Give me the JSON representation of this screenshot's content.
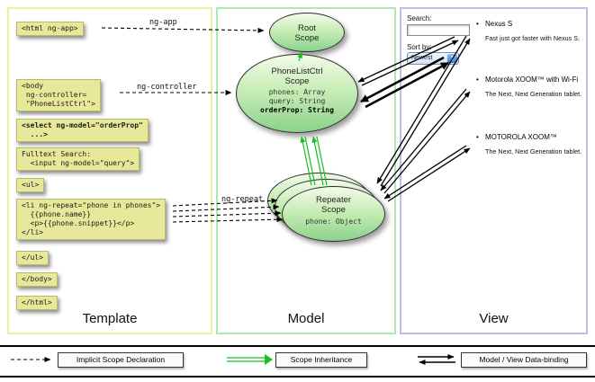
{
  "colors": {
    "accent_green": "#19c024",
    "code_box_bg": "#e8e89a",
    "scope_gradient_top": "#f2fbe9",
    "scope_gradient_bottom": "#8bd28c",
    "template_border": "#f0eda2",
    "model_border": "#abe9b4",
    "view_border": "#bcbcf0",
    "arrow_black": "#000000"
  },
  "panels": {
    "template_label": "Template",
    "model_label": "Model",
    "view_label": "View"
  },
  "code_boxes": {
    "html_open": "<html ng-app>",
    "body_open_1": "<body",
    "body_open_2": " ng-controller=",
    "body_open_3": " \"PhoneListCtrl\">",
    "select_1": "<select ng-model=\"orderProp\"",
    "select_2": "  ...>",
    "fulltext_1": "Fulltext Search:",
    "fulltext_2": "  <input ng-model=\"query\">",
    "ul_open": "<ul>",
    "li_1": "<li ng-repeat=\"phone in phones\">",
    "li_2": "  {{phone.name}}",
    "li_3": "  <p>{{phone.snippet}}</p>",
    "li_4": "</li>",
    "ul_close": "</ul>",
    "body_close": "</body>",
    "html_close": "</html>"
  },
  "arrow_labels": {
    "ng_app": "ng-app",
    "ng_controller": "ng-controller",
    "ng_repeat": "ng-repeat"
  },
  "scopes": {
    "root_line1": "Root",
    "root_line2": "Scope",
    "phonelist_line1": "PhoneListCtrl",
    "phonelist_line2": "Scope",
    "phonelist_prop1": "phones: Array",
    "phonelist_prop2": "query: String",
    "phonelist_prop3": "orderProp: String",
    "repeater_line1": "Repeater",
    "repeater_line2": "Scope",
    "repeater_prop": "phone: Object"
  },
  "view": {
    "search_label": "Search:",
    "search_value": "",
    "sort_label": "Sort by:",
    "sort_value": "Newest",
    "phones": [
      {
        "name": "Nexus S",
        "snippet": "Fast just got faster with Nexus S."
      },
      {
        "name": "Motorola XOOM™ with Wi-Fi",
        "snippet": "The Next, Next Generation tablet."
      },
      {
        "name": "MOTOROLA XOOM™",
        "snippet": "The Next, Next Generation tablet."
      }
    ]
  },
  "legend": {
    "implicit": "Implicit Scope Declaration",
    "inheritance": "Scope Inheritance",
    "databinding": "Model / View Data-binding"
  }
}
